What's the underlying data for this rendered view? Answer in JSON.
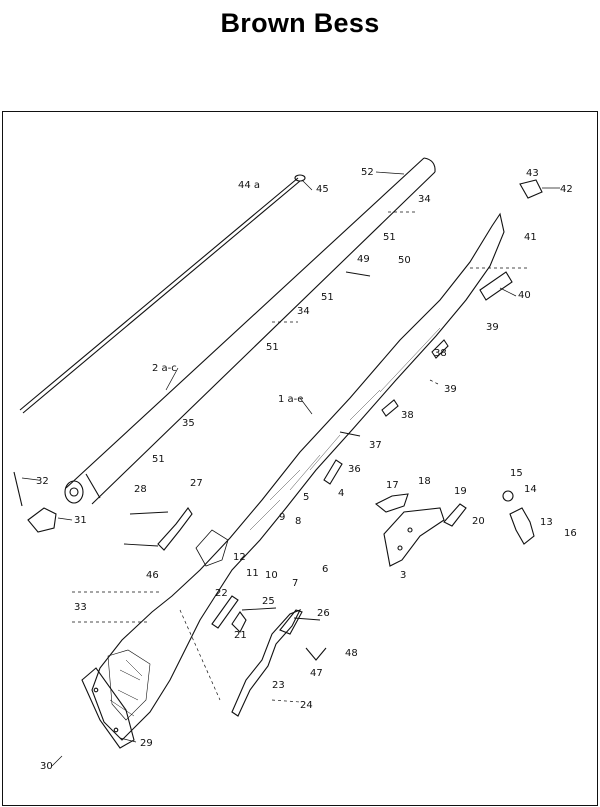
{
  "title": "Brown Bess",
  "labels": {
    "l1": "1 a-e",
    "l2": "2 a-c",
    "l3": "3",
    "l4": "4",
    "l5": "5",
    "l6": "6",
    "l7": "7",
    "l8": "8",
    "l9": "9",
    "l10": "10",
    "l11": "11",
    "l12": "12",
    "l13": "13",
    "l14": "14",
    "l15": "15",
    "l16": "16",
    "l17": "17",
    "l18": "18",
    "l19": "19",
    "l20": "20",
    "l21": "21",
    "l22": "22",
    "l23": "23",
    "l24": "24",
    "l25": "25",
    "l26": "26",
    "l27": "27",
    "l28": "28",
    "l29": "29",
    "l30": "30",
    "l31": "31",
    "l32": "32",
    "l33": "33",
    "l34a": "34",
    "l34b": "34",
    "l35": "35",
    "l36": "36",
    "l37": "37",
    "l38a": "38",
    "l38b": "38",
    "l39a": "39",
    "l39b": "39",
    "l40": "40",
    "l41": "41",
    "l42": "42",
    "l43": "43",
    "l44": "44 a",
    "l45": "45",
    "l46": "46",
    "l47": "47",
    "l48": "48",
    "l49": "49",
    "l50": "50",
    "l51a": "51",
    "l51b": "51",
    "l51c": "51",
    "l51d": "51",
    "l52": "52"
  }
}
